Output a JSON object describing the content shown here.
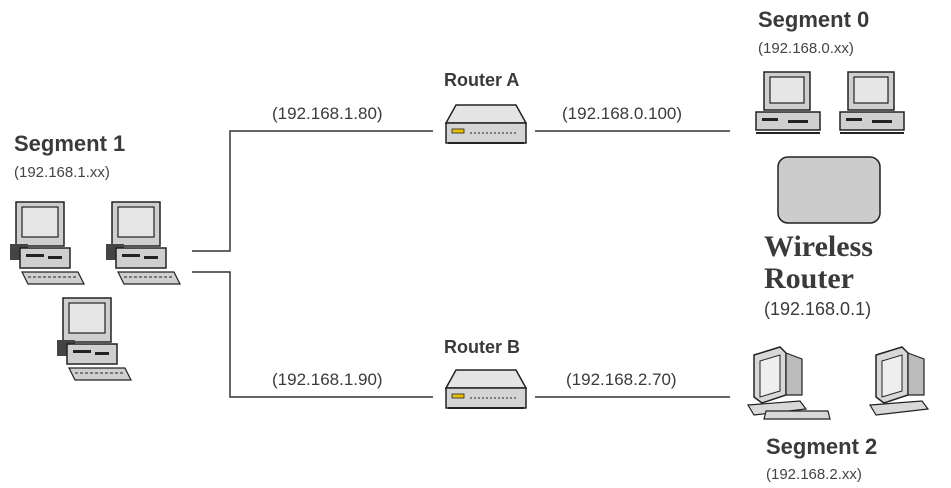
{
  "segment1": {
    "title": "Segment 1",
    "subnet": "(192.168.1.xx)"
  },
  "segment0": {
    "title": "Segment 0",
    "subnet": "(192.168.0.xx)"
  },
  "segment2": {
    "title": "Segment 2",
    "subnet": "(192.168.2.xx)"
  },
  "router_a": {
    "title": "Router A",
    "ip_left": "(192.168.1.80)",
    "ip_right": "(192.168.0.100)"
  },
  "router_b": {
    "title": "Router B",
    "ip_left": "(192.168.1.90)",
    "ip_right": "(192.168.2.70)"
  },
  "wireless_router": {
    "line1": "Wireless",
    "line2": "Router",
    "ip": "(192.168.0.1)"
  },
  "colors": {
    "line": "#333333",
    "device": "#cfcfcf",
    "screen": "#e6e6e6",
    "router_box": "#cccccc"
  }
}
